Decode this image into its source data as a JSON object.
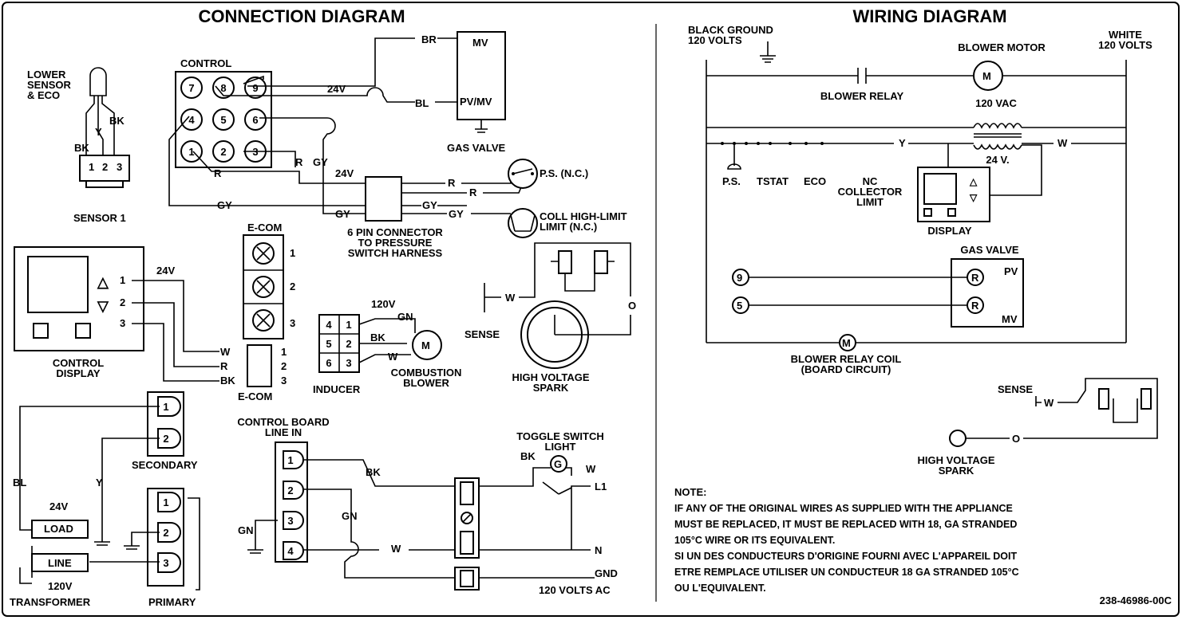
{
  "titles": {
    "connection": "CONNECTION DIAGRAM",
    "wiring": "WIRING DIAGRAM"
  },
  "sensor": {
    "title": "LOWER\nSENSOR\n& ECO",
    "y": "Y",
    "bk1": "BK",
    "bk2": "BK",
    "pins": [
      "1",
      "2",
      "3"
    ],
    "label": "SENSOR 1"
  },
  "control": {
    "title": "CONTROL",
    "pins": [
      "7",
      "8",
      "9",
      "4",
      "5",
      "6",
      "1",
      "2",
      "3"
    ],
    "v24": "24V"
  },
  "valve": {
    "br": "BR",
    "mv": "MV",
    "bl": "BL",
    "pvmv": "PV/MV",
    "label": "GAS VALVE"
  },
  "connector6": {
    "r1": "R",
    "gy1": "GY",
    "v24": "24V",
    "r2": "R",
    "r3": "R",
    "gy2": "GY",
    "gy3": "GY",
    "gy4": "GY",
    "gy5": "GY",
    "label": "6 PIN CONNECTOR\nTO PRESSURE\nSWITCH HARNESS",
    "r_left": "R"
  },
  "switches": {
    "ps": "P.S. (N.C.)",
    "coll": "COLL HIGH-LIMIT\nLIMIT (N.C.)"
  },
  "display": {
    "pins": [
      "1",
      "2",
      "3"
    ],
    "v24": "24V",
    "label": "CONTROL\nDISPLAY",
    "up": "△",
    "down": "▽"
  },
  "ecom": {
    "title": "E-COM",
    "nums": [
      "1",
      "2",
      "3"
    ],
    "wires": [
      "W",
      "R",
      "BK"
    ],
    "pins": [
      "1",
      "2",
      "3"
    ],
    "label": "E-COM"
  },
  "inducer": {
    "pins": [
      "4",
      "1",
      "5",
      "2",
      "6",
      "3"
    ],
    "v120": "120V",
    "gn": "GN",
    "bk": "BK",
    "w": "W",
    "motor": "M",
    "label": "INDUCER",
    "blower": "COMBUSTION\nBLOWER"
  },
  "spark": {
    "w": "W",
    "o": "O",
    "sense": "SENSE",
    "label": "HIGH VOLTAGE\nSPARK"
  },
  "transformer": {
    "sec_pins": [
      "1",
      "2"
    ],
    "sec_label": "SECONDARY",
    "pri_pins": [
      "1",
      "2",
      "3"
    ],
    "pri_label": "PRIMARY",
    "bl": "BL",
    "y": "Y",
    "v24": "24V",
    "load": "LOAD",
    "line": "LINE",
    "v120": "120V",
    "label": "TRANSFORMER"
  },
  "lineboard": {
    "title": "CONTROL BOARD\nLINE IN",
    "pins": [
      "1",
      "2",
      "3",
      "4"
    ],
    "gn1": "GN",
    "gn2": "GN",
    "bk": "BK",
    "w": "W",
    "toggle": "TOGGLE SWITCH\nLIGHT",
    "bk2": "BK",
    "g": "G",
    "w2": "W",
    "l1": "L1",
    "n": "N",
    "gnd": "GND",
    "volts": "120 VOLTS AC"
  },
  "wiring": {
    "black": "BLACK  GROUND\n120 VOLTS",
    "white": "WHITE\n120 VOLTS",
    "blower_motor": "BLOWER MOTOR",
    "m": "M",
    "blower_relay": "BLOWER RELAY",
    "vac": "120 VAC",
    "y": "Y",
    "w": "W",
    "v24": "24 V.",
    "ps": "P.S.",
    "tstat": "TSTAT",
    "eco": "ECO",
    "nc": "NC\nCOLLECTOR\nLIMIT",
    "display": "DISPLAY",
    "gas_valve": "GAS VALVE",
    "pv": "PV",
    "mv": "MV",
    "r1": "R",
    "r2": "R",
    "n9": "9",
    "n5": "5",
    "coil_m": "M",
    "coil": "BLOWER RELAY COIL\n(BOARD CIRCUIT)",
    "sense": "SENSE",
    "sw": "W",
    "o": "O",
    "spark": "HIGH VOLTAGE\nSPARK"
  },
  "note": {
    "title": "NOTE:",
    "lines": [
      "IF ANY OF THE ORIGINAL WIRES AS SUPPLIED WITH THE APPLIANCE",
      "MUST BE REPLACED, IT MUST BE REPLACED WITH 18, GA STRANDED",
      "105°C WIRE OR ITS EQUIVALENT.",
      "SI UN DES CONDUCTEURS D'ORIGINE FOURNI AVEC L'APPAREIL DOIT",
      "ETRE REMPLACE UTILISER UN CONDUCTEUR 18 GA STRANDED 105°C",
      "OU L'EQUIVALENT."
    ],
    "code": "238-46986-00C"
  }
}
